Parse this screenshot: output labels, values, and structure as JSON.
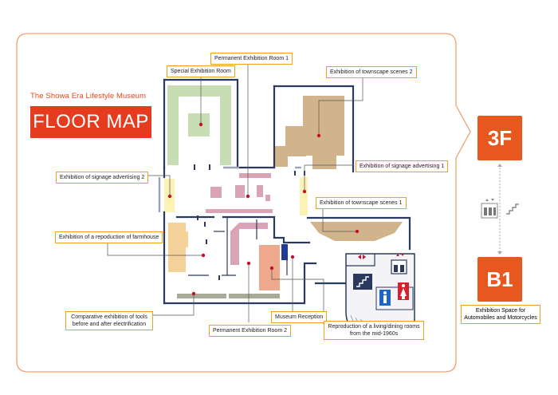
{
  "header": {
    "museum_title": "The Showa Era Lifestyle Museum",
    "banner": "FLOOR MAP"
  },
  "floors": {
    "current": "3F",
    "lower": "B1",
    "lower_description": "Exhibition Space for Automobiles and Motorcycles"
  },
  "labels": {
    "special_exhibition_room": "Special Exhibition Room",
    "permanent_room_1": "Permanent Exhibition Room 1",
    "townscape_2": "Exhibition of townscape scenes 2",
    "signage_2": "Exhibition of signage advertising 2",
    "signage_1": "Exhibition of signage advertising 1",
    "townscape_1": "Exhibition of townscape scenes 1",
    "farmhouse": "Exhibition of a repoduction of farmhouse",
    "tools": "Comparative exhibition of tools before and after electrification",
    "permanent_room_2": "Permanent Exhibition Room 2",
    "reception": "Museum Reception",
    "living_dining": "Reproduction of a living/dining rooms from the mid-1960s"
  },
  "colors": {
    "accent": "#e8571e",
    "frame": "#f0a070",
    "wall": "#2b3a5c",
    "green_room": "#c8ddb4",
    "tan": "#d2b48c",
    "pink": "#d9a3b8",
    "yellow": "#fbf2b5",
    "orange_light": "#f6d29b",
    "salmon": "#eea98d",
    "reception_blue": "#1f3a99",
    "gray_strip": "#a9ab98",
    "marker": "#c0122e"
  },
  "icons": [
    "elevator-icon",
    "stairs-icon",
    "toilet-icon"
  ]
}
